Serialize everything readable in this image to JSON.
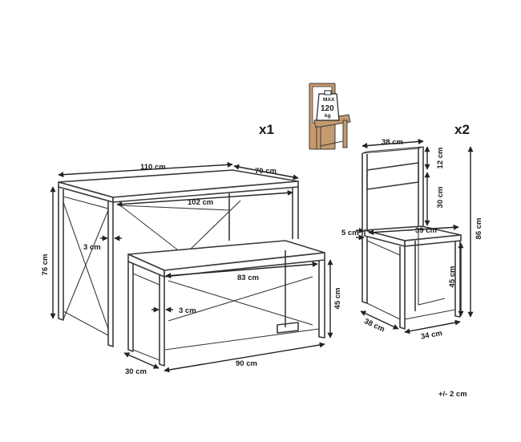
{
  "quantities": {
    "table_qty": "x1",
    "chair_qty": "x2"
  },
  "load_badge": {
    "line1": "MAX",
    "line2": "120",
    "line3": "kg"
  },
  "table": {
    "width": "110 cm",
    "depth": "70 cm",
    "inner_width": "102 cm",
    "height": "76 cm",
    "leg": "3 cm"
  },
  "bench": {
    "inner_width": "83 cm",
    "leg": "3 cm",
    "height": "45 cm",
    "width": "90 cm",
    "depth": "30 cm"
  },
  "chair": {
    "back_width": "38 cm",
    "back_top": "12 cm",
    "back_panel": "30 cm",
    "total_height": "86 cm",
    "seat_thickness": "5 cm",
    "seat_width": "39 cm",
    "seat_height": "45 cm",
    "depth": "38 cm",
    "base_width": "34 cm"
  },
  "tolerance": "+/- 2 cm"
}
